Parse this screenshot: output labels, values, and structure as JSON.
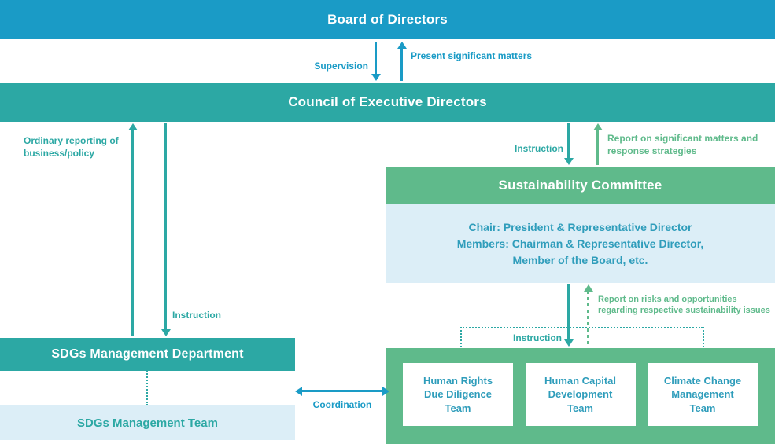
{
  "palette": {
    "blue": "#1a9bc6",
    "teal": "#2ca8a4",
    "green": "#5fba8b",
    "light": "#dceef7",
    "panel_text": "#2f9dbb"
  },
  "nodes": {
    "board": {
      "label": "Board of Directors"
    },
    "council": {
      "label": "Council of Executive Directors"
    },
    "sustainability_committee": {
      "title": "Sustainability Committee",
      "members_line1": "Chair: President & Representative Director",
      "members_line2": "Members: Chairman & Representative Director,",
      "members_line3": "Member of the Board, etc."
    },
    "sdgs_department": {
      "label": "SDGs Management Department"
    },
    "sdgs_team": {
      "label": "SDGs Management Team"
    },
    "teams": [
      "Human Rights\nDue Diligence\nTeam",
      "Human Capital\nDevelopment\nTeam",
      "Climate Change\nManagement\nTeam"
    ]
  },
  "edges": {
    "supervision": "Supervision",
    "present_significant_matters": "Present significant matters",
    "ordinary_reporting": "Ordinary reporting of business/policy",
    "instruction_left": "Instruction",
    "instruction_right": "Instruction",
    "report_significant": "Report on significant matters and response strategies",
    "instruction_committee": "Instruction",
    "report_risks": "Report on risks and opportunities regarding respective sustainability issues",
    "coordination": "Coordination"
  }
}
